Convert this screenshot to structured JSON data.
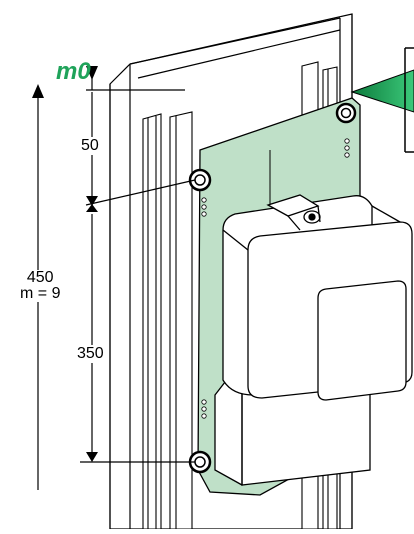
{
  "labels": {
    "level_marker": "m0",
    "upper_spacing": "50",
    "lower_spacing": "350",
    "total_height": "450",
    "module_count": "m = 9"
  },
  "colors": {
    "level_marker": "#1fa35a",
    "plate_fill": "#bfe0c8",
    "pointer_fill": "#1fa35a",
    "line": "#000000"
  }
}
